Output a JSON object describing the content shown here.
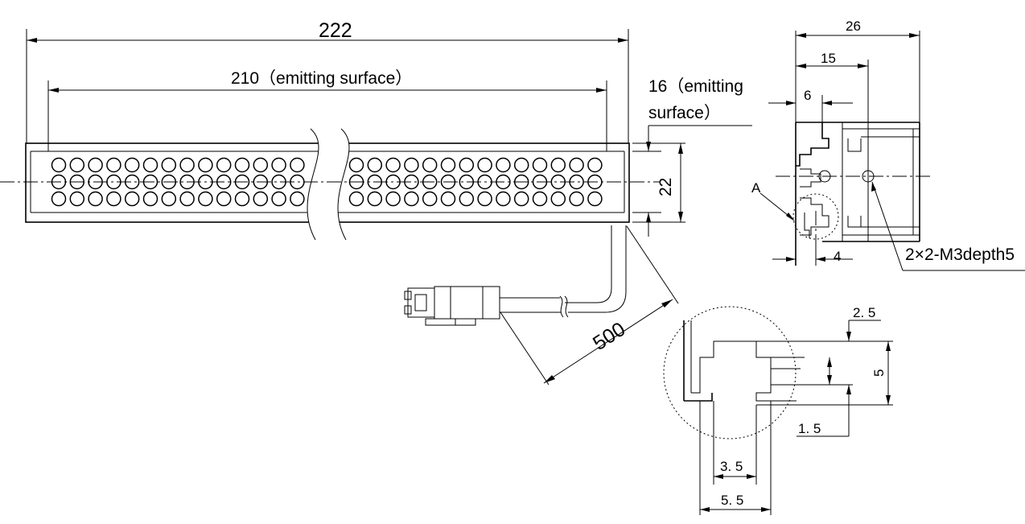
{
  "dimensions": {
    "overall_length": "222",
    "emitting_length": "210（emitting surface）",
    "emitting_width_line1": "16（emitting",
    "emitting_width_line2": "surface）",
    "height": "22",
    "cable_length": "500",
    "side_width": "26",
    "side_15": "15",
    "side_6": "6",
    "side_4": "4",
    "detail_label": "A",
    "mount_holes": "2×2-M3depth5",
    "slot_2_5": "2. 5",
    "slot_5": "5",
    "slot_1_5": "1. 5",
    "slot_3_5": "3. 5",
    "slot_5_5": "5. 5"
  },
  "led_grid": {
    "rows": 3,
    "left_columns": 14,
    "right_columns": 14
  }
}
